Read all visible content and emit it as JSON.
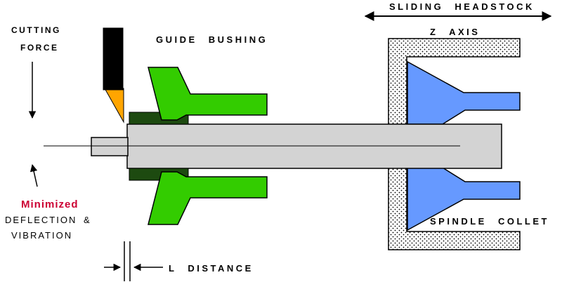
{
  "title": "Sliding headstock lathe guide bushing diagram",
  "labels": {
    "cutting_force_line1": "CUTTING",
    "cutting_force_line2": "FORCE",
    "guide_bushing": "GUIDE BUSHING",
    "sliding_headstock": "SLIDING HEADSTOCK",
    "z_axis": "Z AXIS",
    "spindle_collet": "SPINDLE COLLET",
    "minimized": "Minimized",
    "deflection": "DEFLECTION &",
    "vibration": "VIBRATION",
    "l_distance": "L DISTANCE"
  },
  "colors": {
    "guide_bushing_green": "#33cc00",
    "bushing_contact_dark_green": "#1d4a10",
    "spindle_collet_blue": "#6699ff",
    "workpiece_gray": "#d3d3d3",
    "tool_black": "#000000",
    "tool_tip_orange": "#ffa500",
    "minimized_red": "#cc0033",
    "line_black": "#000000",
    "background": "#ffffff"
  }
}
